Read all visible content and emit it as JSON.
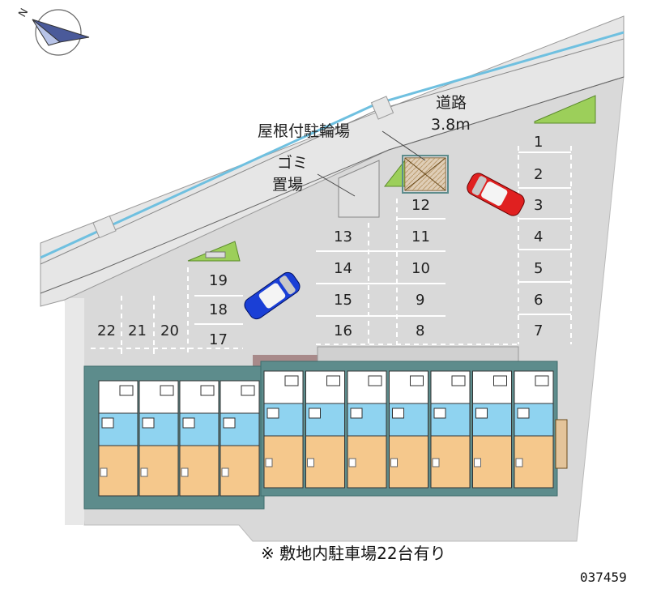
{
  "map": {
    "north_label": "N",
    "road_label": "道路",
    "road_width": "3.8m",
    "bike_parking_label": "屋根付駐輪場",
    "garbage_label_line1": "ゴミ",
    "garbage_label_line2": "置場",
    "note": "※ 敷地内駐車場22台有り",
    "property_code": "037459",
    "parking_spaces": {
      "right_column": [
        "1",
        "2",
        "3",
        "4",
        "5",
        "6",
        "7"
      ],
      "middle_right_column": [
        "12",
        "11",
        "10",
        "9",
        "8"
      ],
      "middle_left_column": [
        "13",
        "14",
        "15",
        "16"
      ],
      "left_column": [
        "19",
        "18",
        "17"
      ],
      "bottom_row": [
        "22",
        "21",
        "20"
      ]
    },
    "colors": {
      "lot": "#d9d9d9",
      "road": "#e6e6e6",
      "building_outer": "#5d8c8c",
      "room_blue": "#8fd3f0",
      "room_orange": "#f5c88c",
      "greenery": "#9ccf5a",
      "car_red": "#e02020",
      "car_blue": "#1a3fd6"
    }
  }
}
